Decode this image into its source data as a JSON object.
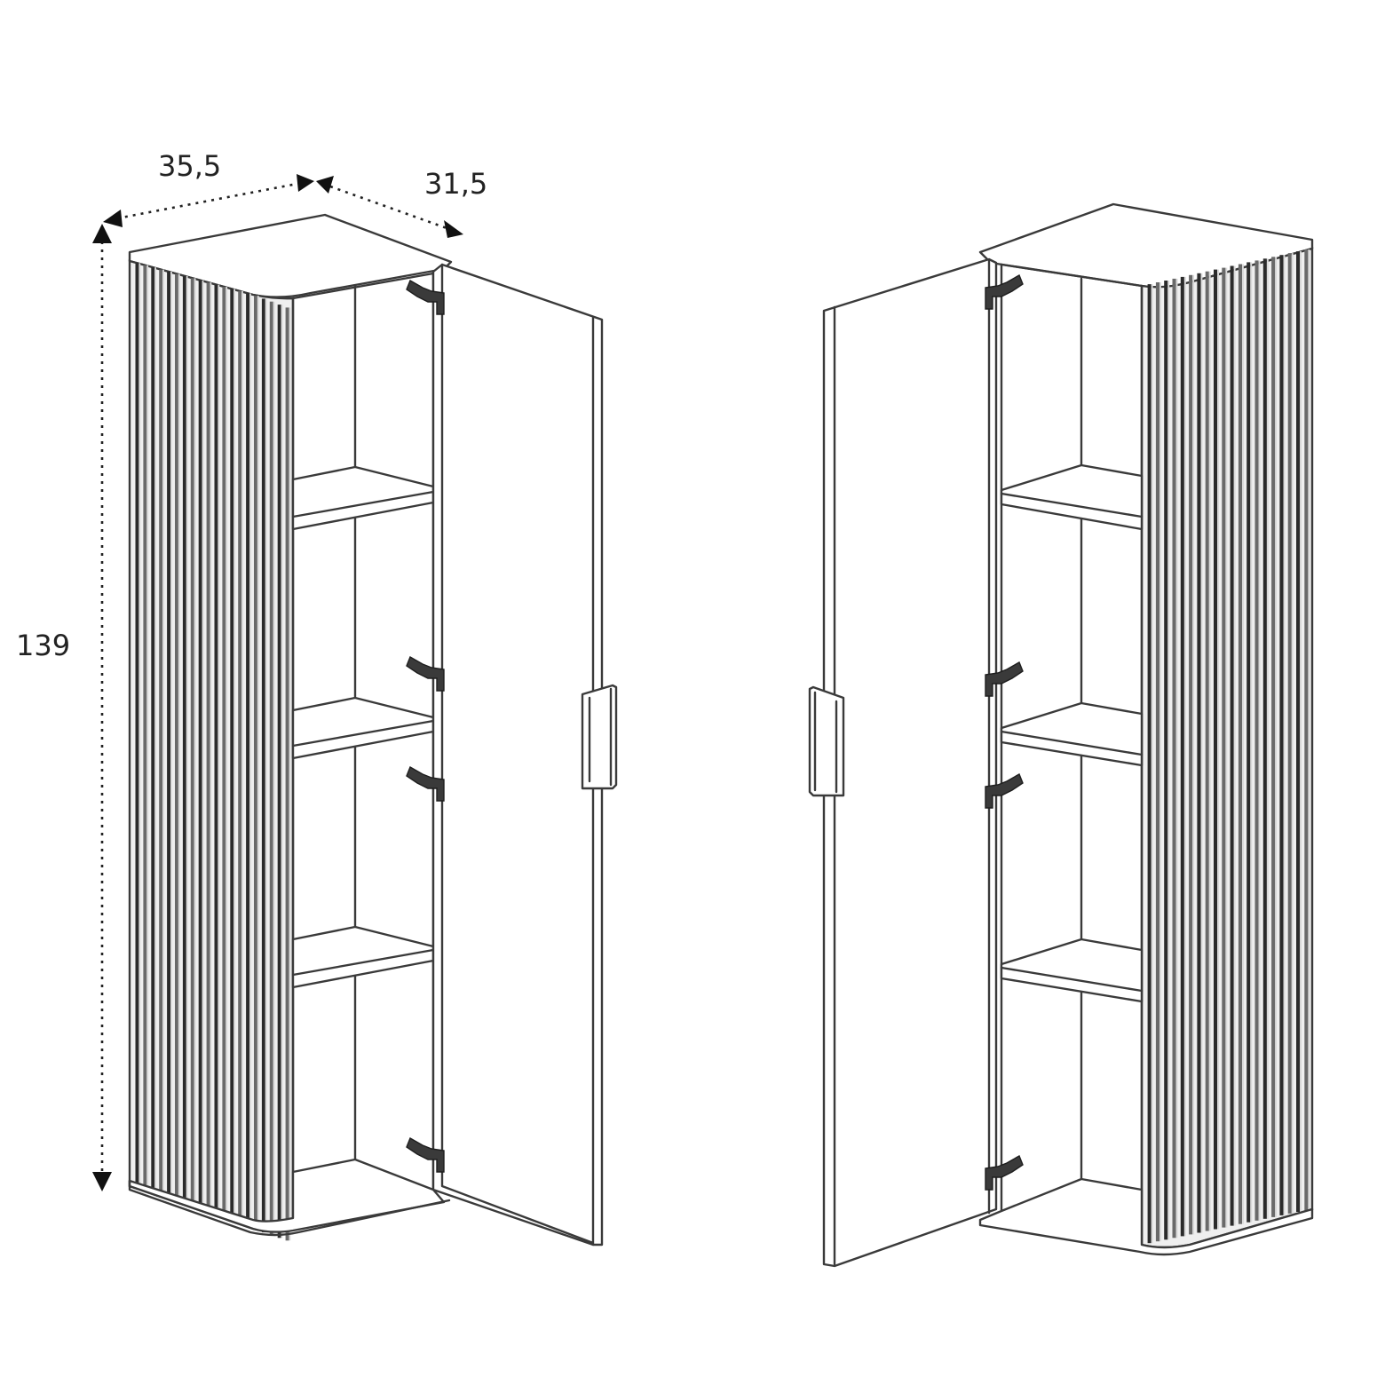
{
  "dimensions": {
    "width": "35,5",
    "depth": "31,5",
    "height": "139"
  },
  "colors": {
    "line": "#3a3a3a",
    "fluting_dark": "#2b2b2b",
    "fluting_light": "#d9d9d9",
    "background": "#ffffff"
  },
  "views": [
    {
      "id": "left-cabinet",
      "door_side": "right",
      "fluted_side": "left",
      "shelves": 3,
      "hinges": 4
    },
    {
      "id": "right-cabinet",
      "door_side": "left",
      "fluted_side": "right",
      "shelves": 3,
      "hinges": 4
    }
  ]
}
